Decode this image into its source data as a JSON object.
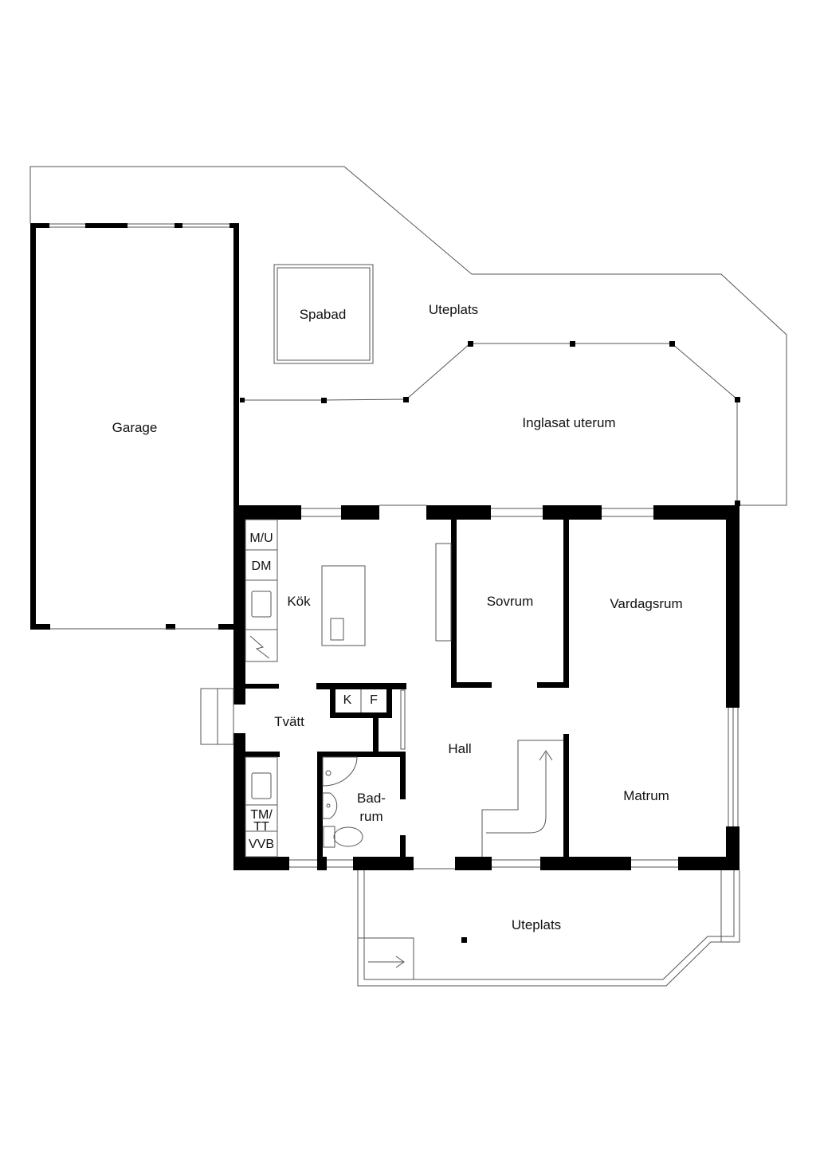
{
  "plan": {
    "rooms": {
      "garage": "Garage",
      "spabad": "Spabad",
      "uteplats_north": "Uteplats",
      "inglasat_uterum": "Inglasat uterum",
      "kok": "Kök",
      "sovrum": "Sovrum",
      "vardagsrum": "Vardagsrum",
      "tvatt": "Tvätt",
      "hall": "Hall",
      "badrum_1": "Bad-",
      "badrum_2": "rum",
      "matrum": "Matrum",
      "uteplats_south": "Uteplats"
    },
    "appliances": {
      "mu": "M/U",
      "dm": "DM",
      "k": "K",
      "f": "F",
      "tmtt_1": "TM/",
      "tmtt_2": "TT",
      "vvb": "VVB"
    },
    "colors": {
      "wall": "#000000",
      "line": "#555555",
      "background": "#ffffff"
    }
  }
}
